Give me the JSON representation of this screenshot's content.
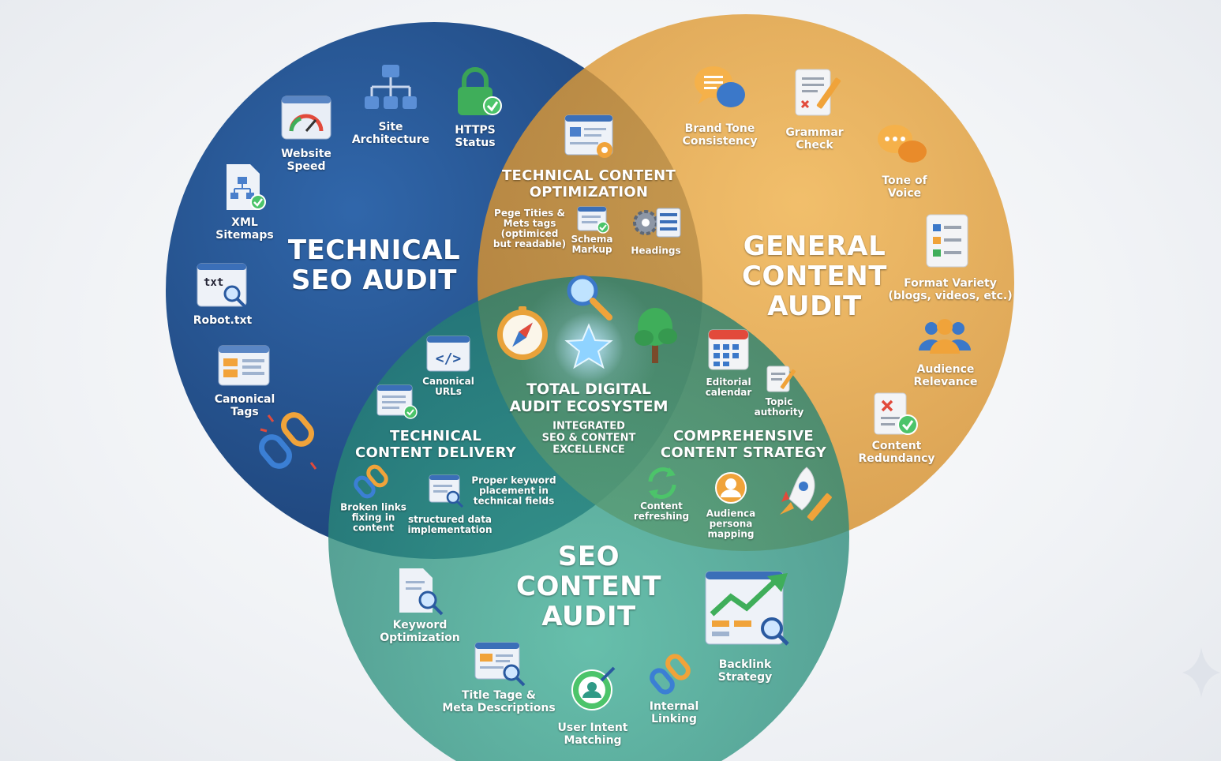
{
  "colors": {
    "technical": "#1f4f8f",
    "content": "#e3a23c",
    "seo": "#2f9a86"
  },
  "diagram": {
    "circles": {
      "technical": {
        "title": "TECHNICAL\nSEO AUDIT"
      },
      "content": {
        "title": "GENERAL\nCONTENT\nAUDIT"
      },
      "seo": {
        "title": "SEO\nCONTENT\nAUDIT"
      }
    },
    "overlaps": {
      "tech_content": "TECHNICAL CONTENT\nOPTIMIZATION",
      "tech_seo": "TECHNICAL\nCONTENT DELIVERY",
      "content_seo": "COMPREHENSIVE\nCONTENT STRATEGY",
      "center_title": "TOTAL DIGITAL\nAUDIT ECOSYSTEM",
      "center_sub": "INTEGRATED\nSEO & CONTENT\nEXCELLENCE"
    },
    "items": {
      "website_speed": "Website\nSpeed",
      "site_architecture": "Site\nArchitecture",
      "https_status": "HTTPS\nStatus",
      "xml_sitemaps": "XML\nSitemaps",
      "robot_txt": "Robot.txt",
      "canonical_tags": "Canonical\nTags",
      "brand_tone": "Brand Tone\nConsistency",
      "grammar_check": "Grammar\nCheck",
      "tone_of_voice": "Tone of\nVoice",
      "format_variety": "Format Variety\n(blogs, videos, etc.)",
      "audience_relevance": "Audience\nRelevance",
      "content_redundancy": "Content\nRedundancy",
      "page_titles": "Pege Tities &\nMets tags\n(optimiced\nbut readable)",
      "schema_markup": "Schema\nMarkup",
      "headings": "Headings",
      "canonical_urls": "Canonical\nURLs",
      "broken_links": "Broken links\nfixing in\ncontent",
      "structured_data": "structured data\nimplementation",
      "keyword_placement": "Proper keyword\nplacement in\ntechnical fields",
      "editorial_calendar": "Editorial\ncalendar",
      "topic_authority": "Topic\nauthority",
      "content_refreshing": "Content\nrefreshing",
      "audience_persona": "Audienca\npersona\nmapping",
      "keyword_optimization": "Keyword\nOptimization",
      "title_tag_meta": "Title Tage &\nMeta Descriptions",
      "user_intent": "User Intent\nMatching",
      "internal_linking": "Internal\nLinking",
      "backlink_strategy": "Backlink\nStrategy"
    }
  }
}
